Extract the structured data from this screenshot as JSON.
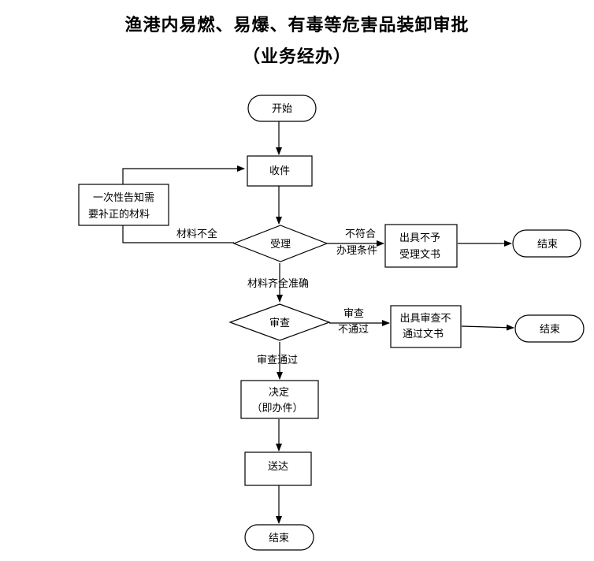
{
  "title": {
    "line1": "渔港内易燃、易爆、有毒等危害品装卸审批",
    "line2": "（业务经办）"
  },
  "nodes": {
    "start": "开始",
    "receive": "收件",
    "notify": [
      "一次性告知需",
      "要补正的材料"
    ],
    "accept": "受理",
    "reject_accept": [
      "出具不予",
      "受理文书"
    ],
    "end1": "结束",
    "review": "审查",
    "reject_review": [
      "出具审查不",
      "通过文书"
    ],
    "end2": "结束",
    "decide": [
      "决定",
      "（即办件）"
    ],
    "deliver": "送达",
    "end3": "结束"
  },
  "edges": {
    "incomplete": "材料不全",
    "not_meet": [
      "不符合",
      "办理条件"
    ],
    "complete": "材料齐全准确",
    "review_fail": [
      "审查",
      "不通过"
    ],
    "review_pass": "审查通过"
  }
}
